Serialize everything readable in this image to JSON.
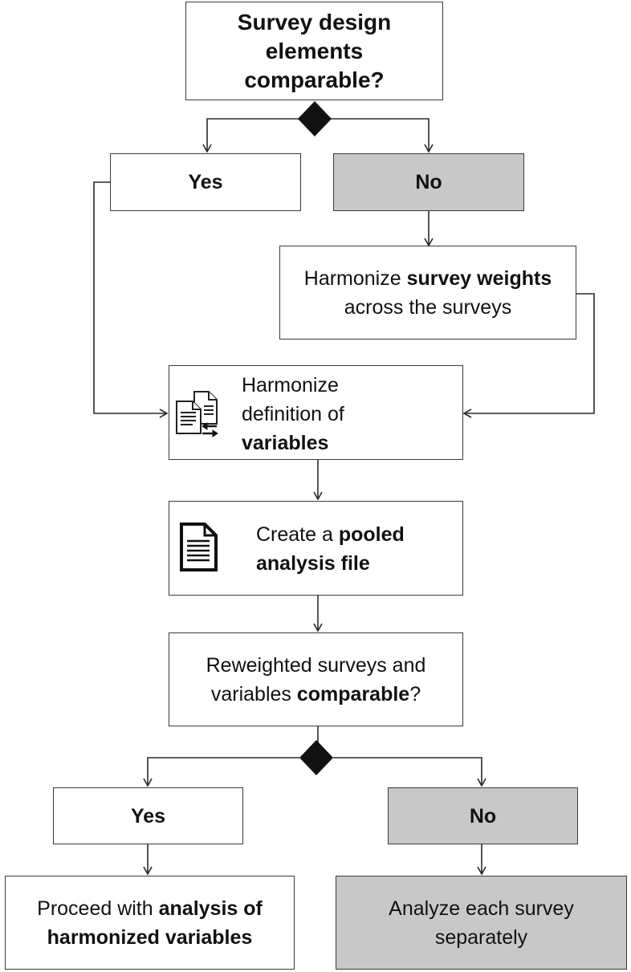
{
  "start": {
    "title": "Survey design elements comparable?"
  },
  "decision1": {
    "yes": "Yes",
    "no": "No"
  },
  "weights": {
    "before": "Harmonize ",
    "bold": "survey weights",
    "after": "across the surveys"
  },
  "variables": {
    "line1": "Harmonize",
    "line2": "definition of",
    "bold": "variables"
  },
  "pooled": {
    "before": "Create a ",
    "bold1": "pooled",
    "bold2": "analysis file"
  },
  "reweighted": {
    "line1": "Reweighted surveys and",
    "before": "variables ",
    "bold": "comparable",
    "after": "?"
  },
  "decision2": {
    "yes": "Yes",
    "no": "No"
  },
  "proceed": {
    "before": "Proceed with ",
    "bold1": "analysis of",
    "bold2": "harmonized variables"
  },
  "separate": {
    "line1": "Analyze each survey",
    "line2": "separately"
  },
  "icons": {
    "variables_icon": "documents-exchange-icon",
    "pooled_icon": "document-icon"
  },
  "colors": {
    "no_box": "#c8c8c8",
    "line": "#3a3a3a"
  }
}
